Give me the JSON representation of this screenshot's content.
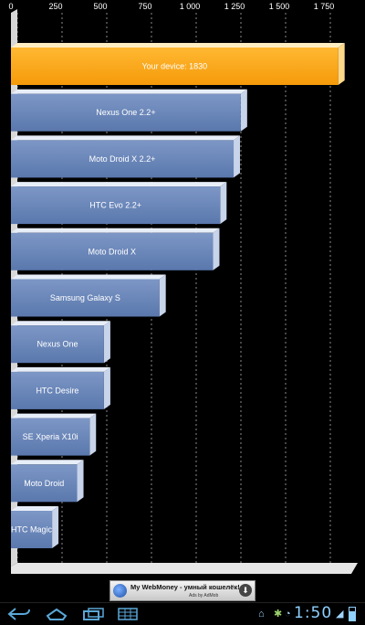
{
  "chart_data": {
    "type": "bar",
    "orientation": "horizontal",
    "title": "",
    "xlabel": "",
    "ylabel": "",
    "xlim": [
      0,
      1875
    ],
    "x_ticks": [
      0,
      250,
      500,
      750,
      1000,
      1250,
      1500,
      1750
    ],
    "x_tick_labels": [
      "0",
      "250",
      "500",
      "750",
      "1 000",
      "1 250",
      "1 500",
      "1 750"
    ],
    "grid": true,
    "categories": [
      "Your device: 1830",
      "Nexus One 2.2+",
      "Moto Droid X 2.2+",
      "HTC Evo 2.2+",
      "Moto Droid X",
      "Samsung Galaxy S",
      "Nexus One",
      "HTC Desire",
      "SE Xperia X10i",
      "Moto Droid",
      "HTC Magic"
    ],
    "values": [
      1830,
      1285,
      1245,
      1170,
      1130,
      830,
      520,
      520,
      440,
      370,
      230
    ],
    "highlight_index": 0,
    "colors": {
      "highlight": "#f59a0a",
      "highlight_light": "#ffb833",
      "bar": "#5a78ad",
      "bar_light": "#7d97c6",
      "bar_side": "#c8d4ea",
      "bar_top": "#e8eef8",
      "highlight_side": "#ffd98a",
      "highlight_top": "#ffeec2",
      "grid": "#8a8a8a",
      "axis": "#bfbfbf"
    }
  },
  "ad": {
    "title": "My WebMoney - умный кошелёк!",
    "subtitle": "Ads by AdMob",
    "download_icon": "download-icon"
  },
  "system_bar": {
    "time": "1:50",
    "icons": [
      "back-icon",
      "home-icon",
      "recent-apps-icon",
      "menu-icon",
      "usb-icon",
      "debug-icon",
      "signal-icon",
      "wifi-icon",
      "battery-icon"
    ]
  }
}
